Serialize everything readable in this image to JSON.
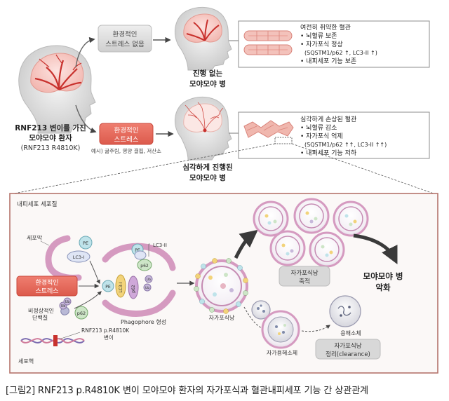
{
  "patient": {
    "line1": "RNF213 변이를 가진",
    "line2": "모야모야 환자",
    "variant": "(RNF213 R4810K)"
  },
  "upper_path": {
    "trigger_line1": "환경적인",
    "trigger_line2": "스트레스 없음",
    "outcome_line1": "진행 없는",
    "outcome_line2": "모야모야 병",
    "box_title": "여전히 취약한 혈관",
    "box_items": [
      "• 뇌혈류 보존",
      "• 자가포식 정상",
      "(SQSTM1/p62 ↑, LC3-II ↑)",
      "• 내피세포 기능 보존"
    ]
  },
  "lower_path": {
    "trigger_line1": "환경적인",
    "trigger_line2": "스트레스",
    "examples": "예시) 굶주림, 영양 결핍, 저산소",
    "outcome_line1": "심각하게 진행된",
    "outcome_line2": "모야모야 병",
    "box_title": "심각하게 손상된 혈관",
    "box_items": [
      "• 뇌혈류 감소",
      "• 자가포식 억제",
      "(SQSTM1/p62 ↑↑, LC3-II ↑↑)",
      "• 내피세포 기능 저하"
    ]
  },
  "cell": {
    "title": "내피세포 세포질",
    "membrane": "세포막",
    "stress_line1": "환경적인",
    "stress_line2": "스트레스",
    "protein_line1": "비정상적인",
    "protein_line2": "단백질",
    "nucleus": "세포핵",
    "mutation_line1": "RNF213 p.R4810K",
    "mutation_line2": "변이",
    "lc3ii": "LC3-II",
    "phagophore": "Phagophore 형성",
    "autophagosome": "자가포식낭",
    "accum_line1": "자가포식낭",
    "accum_line2": "축적",
    "worsen_line1": "모야모야 병",
    "worsen_line2": "악화",
    "lysosome": "용해소체",
    "autolysosome": "자가용해소체",
    "clear_line1": "자가포식낭",
    "clear_line2": "정리(clearance)",
    "pe": "PE",
    "lc3i": "LC3-I",
    "p62": "p62",
    "ub": "Ub"
  },
  "caption": "[그림2] RNF213 p.R4810K 변이 모야모야 환자의 자가포식과 혈관내피세포 기능 간 상관관계",
  "colors": {
    "red_box": "#e8685a",
    "gray_box": "#d8d8d8",
    "frame_border": "#b5746c",
    "frame_bg": "#fbf9f8",
    "vessel": "#e9a8a0",
    "membrane": "#d59ac0"
  }
}
